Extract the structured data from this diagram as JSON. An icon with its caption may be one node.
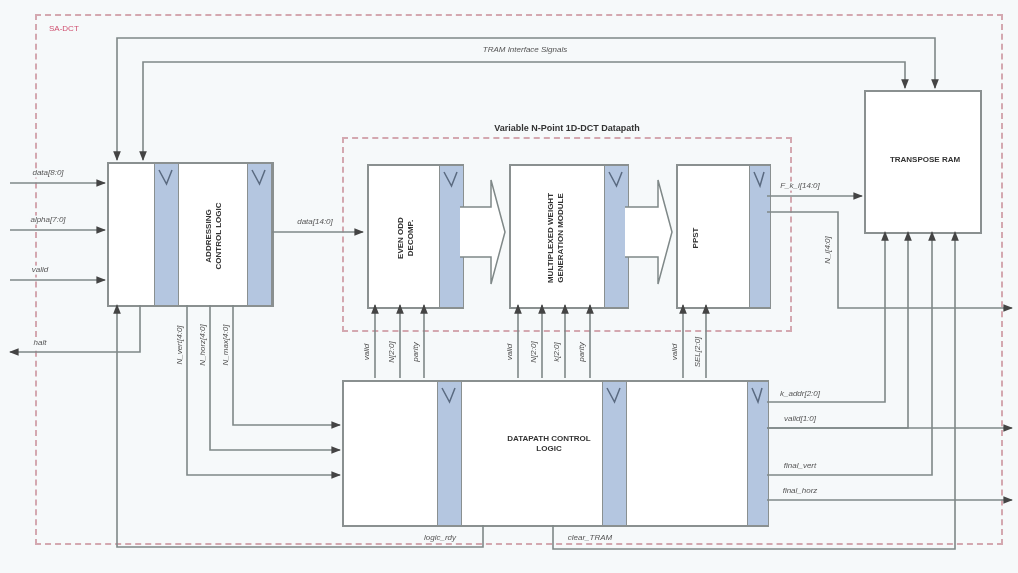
{
  "diagram": {
    "nodes": [
      {
        "text": [
          "SA-DCT"
        ]
      },
      {
        "text": [
          "Variable N-Point 1D-DCT Datapath"
        ],
        "in": 0
      },
      {
        "text": [
          "ADDRESSING CONTROL LOGIC"
        ],
        "in": 0
      },
      {
        "text": [
          "EVEN ODD DECOMP."
        ],
        "in": 1
      },
      {
        "text": [
          "MULTIPLEXED WEIGHT GENERATION MODULE"
        ],
        "in": 1
      },
      {
        "text": [
          "PPST"
        ],
        "in": 1
      },
      {
        "text": [
          "TRANSPOSE RAM"
        ],
        "in": 0
      },
      {
        "text": [
          "DATAPATH CONTROL LOGIC"
        ],
        "in": 0
      }
    ],
    "edges": [
      {
        "from": null,
        "to": 2,
        "arrow": "to",
        "label": "data[8:0]"
      },
      {
        "from": null,
        "to": 2,
        "arrow": "to",
        "label": "alpha[7:0]"
      },
      {
        "from": null,
        "to": 2,
        "arrow": "to",
        "label": "valid"
      },
      {
        "from": 2,
        "to": null,
        "arrow": "to",
        "label": "halt"
      },
      {
        "from": 6,
        "to": 2,
        "arrow": "both",
        "label": "TRAM Interface Signals"
      },
      {
        "from": 2,
        "to": 6,
        "arrow": "both"
      },
      {
        "from": 2,
        "to": 3,
        "arrow": "to",
        "label": "data[14:0]"
      },
      {
        "from": 3,
        "to": 4,
        "arrow": "to",
        "style": "thick"
      },
      {
        "from": 4,
        "to": 5,
        "arrow": "to",
        "style": "thick"
      },
      {
        "from": 5,
        "to": 6,
        "arrow": "to",
        "label": "F_k_i[14:0]"
      },
      {
        "from": 5,
        "to": null,
        "arrow": "to",
        "label": "N_i[4:0]"
      },
      {
        "from": 2,
        "to": 7,
        "arrow": "to",
        "label": "N_vert[4:0]"
      },
      {
        "from": 2,
        "to": 7,
        "arrow": "to",
        "label": "N_horz[4:0]"
      },
      {
        "from": 2,
        "to": 7,
        "arrow": "to",
        "label": "N_max[4:0]"
      },
      {
        "from": 7,
        "to": 3,
        "arrow": "to",
        "label": "valid"
      },
      {
        "from": 7,
        "to": 3,
        "arrow": "to",
        "label": "N[2:0]"
      },
      {
        "from": 7,
        "to": 3,
        "arrow": "to",
        "label": "parity"
      },
      {
        "from": 7,
        "to": 4,
        "arrow": "to",
        "label": "valid"
      },
      {
        "from": 7,
        "to": 4,
        "arrow": "to",
        "label": "N[2:0]"
      },
      {
        "from": 7,
        "to": 4,
        "arrow": "to",
        "label": "k[2:0]"
      },
      {
        "from": 7,
        "to": 4,
        "arrow": "to",
        "label": "parity"
      },
      {
        "from": 7,
        "to": 5,
        "arrow": "to",
        "label": "valid"
      },
      {
        "from": 7,
        "to": 5,
        "arrow": "to",
        "label": "SEL[2:0]"
      },
      {
        "from": 7,
        "to": 6,
        "arrow": "to",
        "label": "k_addr[2:0]"
      },
      {
        "from": 7,
        "to": 6,
        "arrow": "to",
        "label": "valid[1:0]"
      },
      {
        "from": 7,
        "to": null,
        "arrow": "to"
      },
      {
        "from": 7,
        "to": 6,
        "arrow": "to",
        "label": "final_vert"
      },
      {
        "from": 7,
        "to": null,
        "arrow": "to",
        "label": "final_horz"
      },
      {
        "from": 7,
        "to": 2,
        "arrow": "to",
        "label": "logic_rdy"
      },
      {
        "from": 7,
        "to": 6,
        "arrow": "to",
        "label": "clear_TRAM"
      }
    ]
  }
}
